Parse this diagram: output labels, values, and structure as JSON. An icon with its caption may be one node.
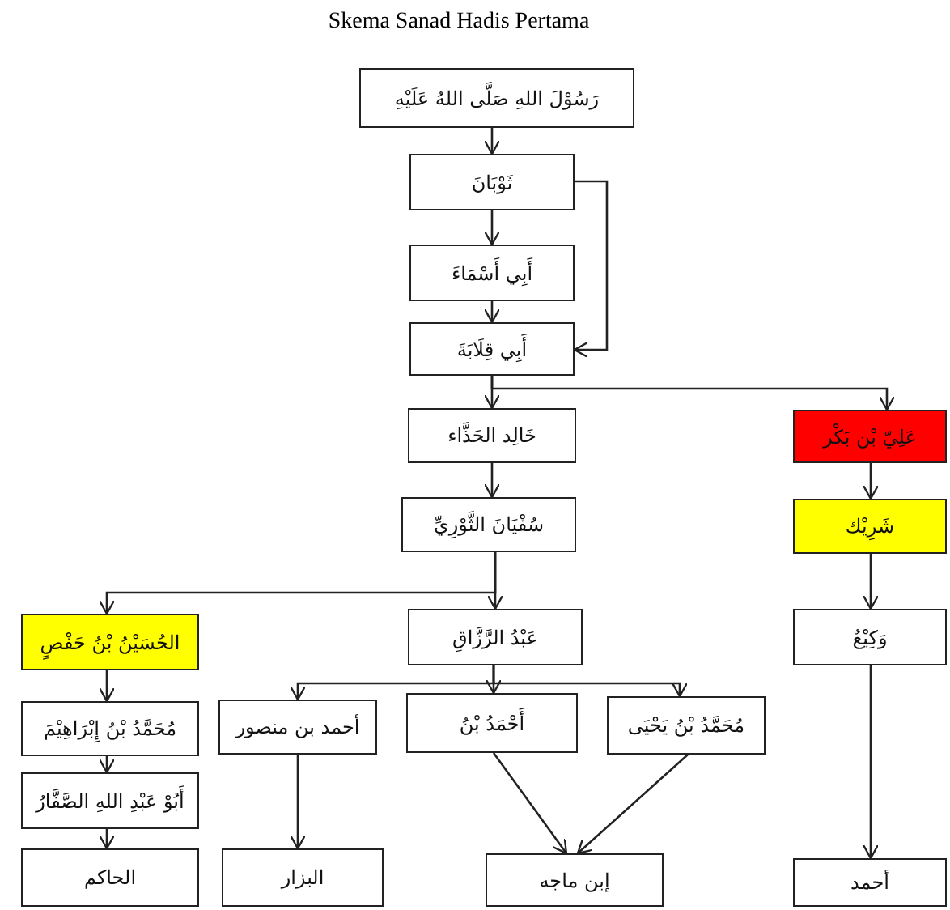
{
  "diagram": {
    "title": "Skema Sanad Hadis Pertama",
    "nodes": [
      {
        "text": [
          "رَسُوْلَ اللهِ صَلَّى اللهُ عَلَيْهِ"
        ]
      },
      {
        "text": [
          "ثَوْبَانَ"
        ]
      },
      {
        "text": [
          "أَبِي أَسْمَاءَ"
        ]
      },
      {
        "text": [
          "أَبِي قِلَابَةَ"
        ]
      },
      {
        "text": [
          "خَالِد الحَذَّاء"
        ]
      },
      {
        "text": [
          "عَلِيّ بْن بَكْر"
        ]
      },
      {
        "text": [
          "سُفْيَانَ الثَّوْرِيِّ"
        ]
      },
      {
        "text": [
          "شَرِيْك"
        ]
      },
      {
        "text": [
          "الحُسَيْنُ بْنُ حَفْصٍ"
        ]
      },
      {
        "text": [
          "عَبْدُ الرَّزَّاقِ"
        ]
      },
      {
        "text": [
          "وَكِيْعٌ"
        ]
      },
      {
        "text": [
          "مُحَمَّدُ بْنُ إِبْرَاهِيْمَ"
        ]
      },
      {
        "text": [
          "أحمد بن منصور"
        ]
      },
      {
        "text": [
          "أَحْمَدُ بْنُ"
        ]
      },
      {
        "text": [
          "مُحَمَّدُ بْنُ يَحْيَى"
        ]
      },
      {
        "text": [
          "أَبُوْ عَبْدِ اللهِ الصَّفَّارُ"
        ]
      },
      {
        "text": [
          "الحاكم"
        ]
      },
      {
        "text": [
          "البزار"
        ]
      },
      {
        "text": [
          "إبن ماجه"
        ]
      },
      {
        "text": [
          "أحمد"
        ]
      }
    ],
    "edges": [
      {
        "from": 0,
        "to": 1,
        "arrow": "to"
      },
      {
        "from": 1,
        "to": 2,
        "arrow": "to"
      },
      {
        "from": 2,
        "to": 3,
        "arrow": "to"
      },
      {
        "from": 1,
        "to": 3,
        "arrow": "to"
      },
      {
        "from": 3,
        "to": 4,
        "arrow": "to"
      },
      {
        "from": 3,
        "to": 5,
        "arrow": "to"
      },
      {
        "from": 4,
        "to": 6,
        "arrow": "to"
      },
      {
        "from": 5,
        "to": 7,
        "arrow": "to"
      },
      {
        "from": 6,
        "to": 9,
        "arrow": "to"
      },
      {
        "from": 6,
        "to": 8,
        "arrow": "to"
      },
      {
        "from": 7,
        "to": 10,
        "arrow": "to"
      },
      {
        "from": 9,
        "to": 12,
        "arrow": "to"
      },
      {
        "from": 9,
        "to": 13,
        "arrow": "to"
      },
      {
        "from": 9,
        "to": 14,
        "arrow": "to"
      },
      {
        "from": 8,
        "to": 11,
        "arrow": "to"
      },
      {
        "from": 11,
        "to": 15,
        "arrow": "to"
      },
      {
        "from": 15,
        "to": 16,
        "arrow": "to"
      },
      {
        "from": 12,
        "to": 17,
        "arrow": "to"
      },
      {
        "from": 13,
        "to": 18,
        "arrow": "to"
      },
      {
        "from": 14,
        "to": 18,
        "arrow": "to"
      },
      {
        "from": 10,
        "to": 19,
        "arrow": "to"
      }
    ]
  }
}
